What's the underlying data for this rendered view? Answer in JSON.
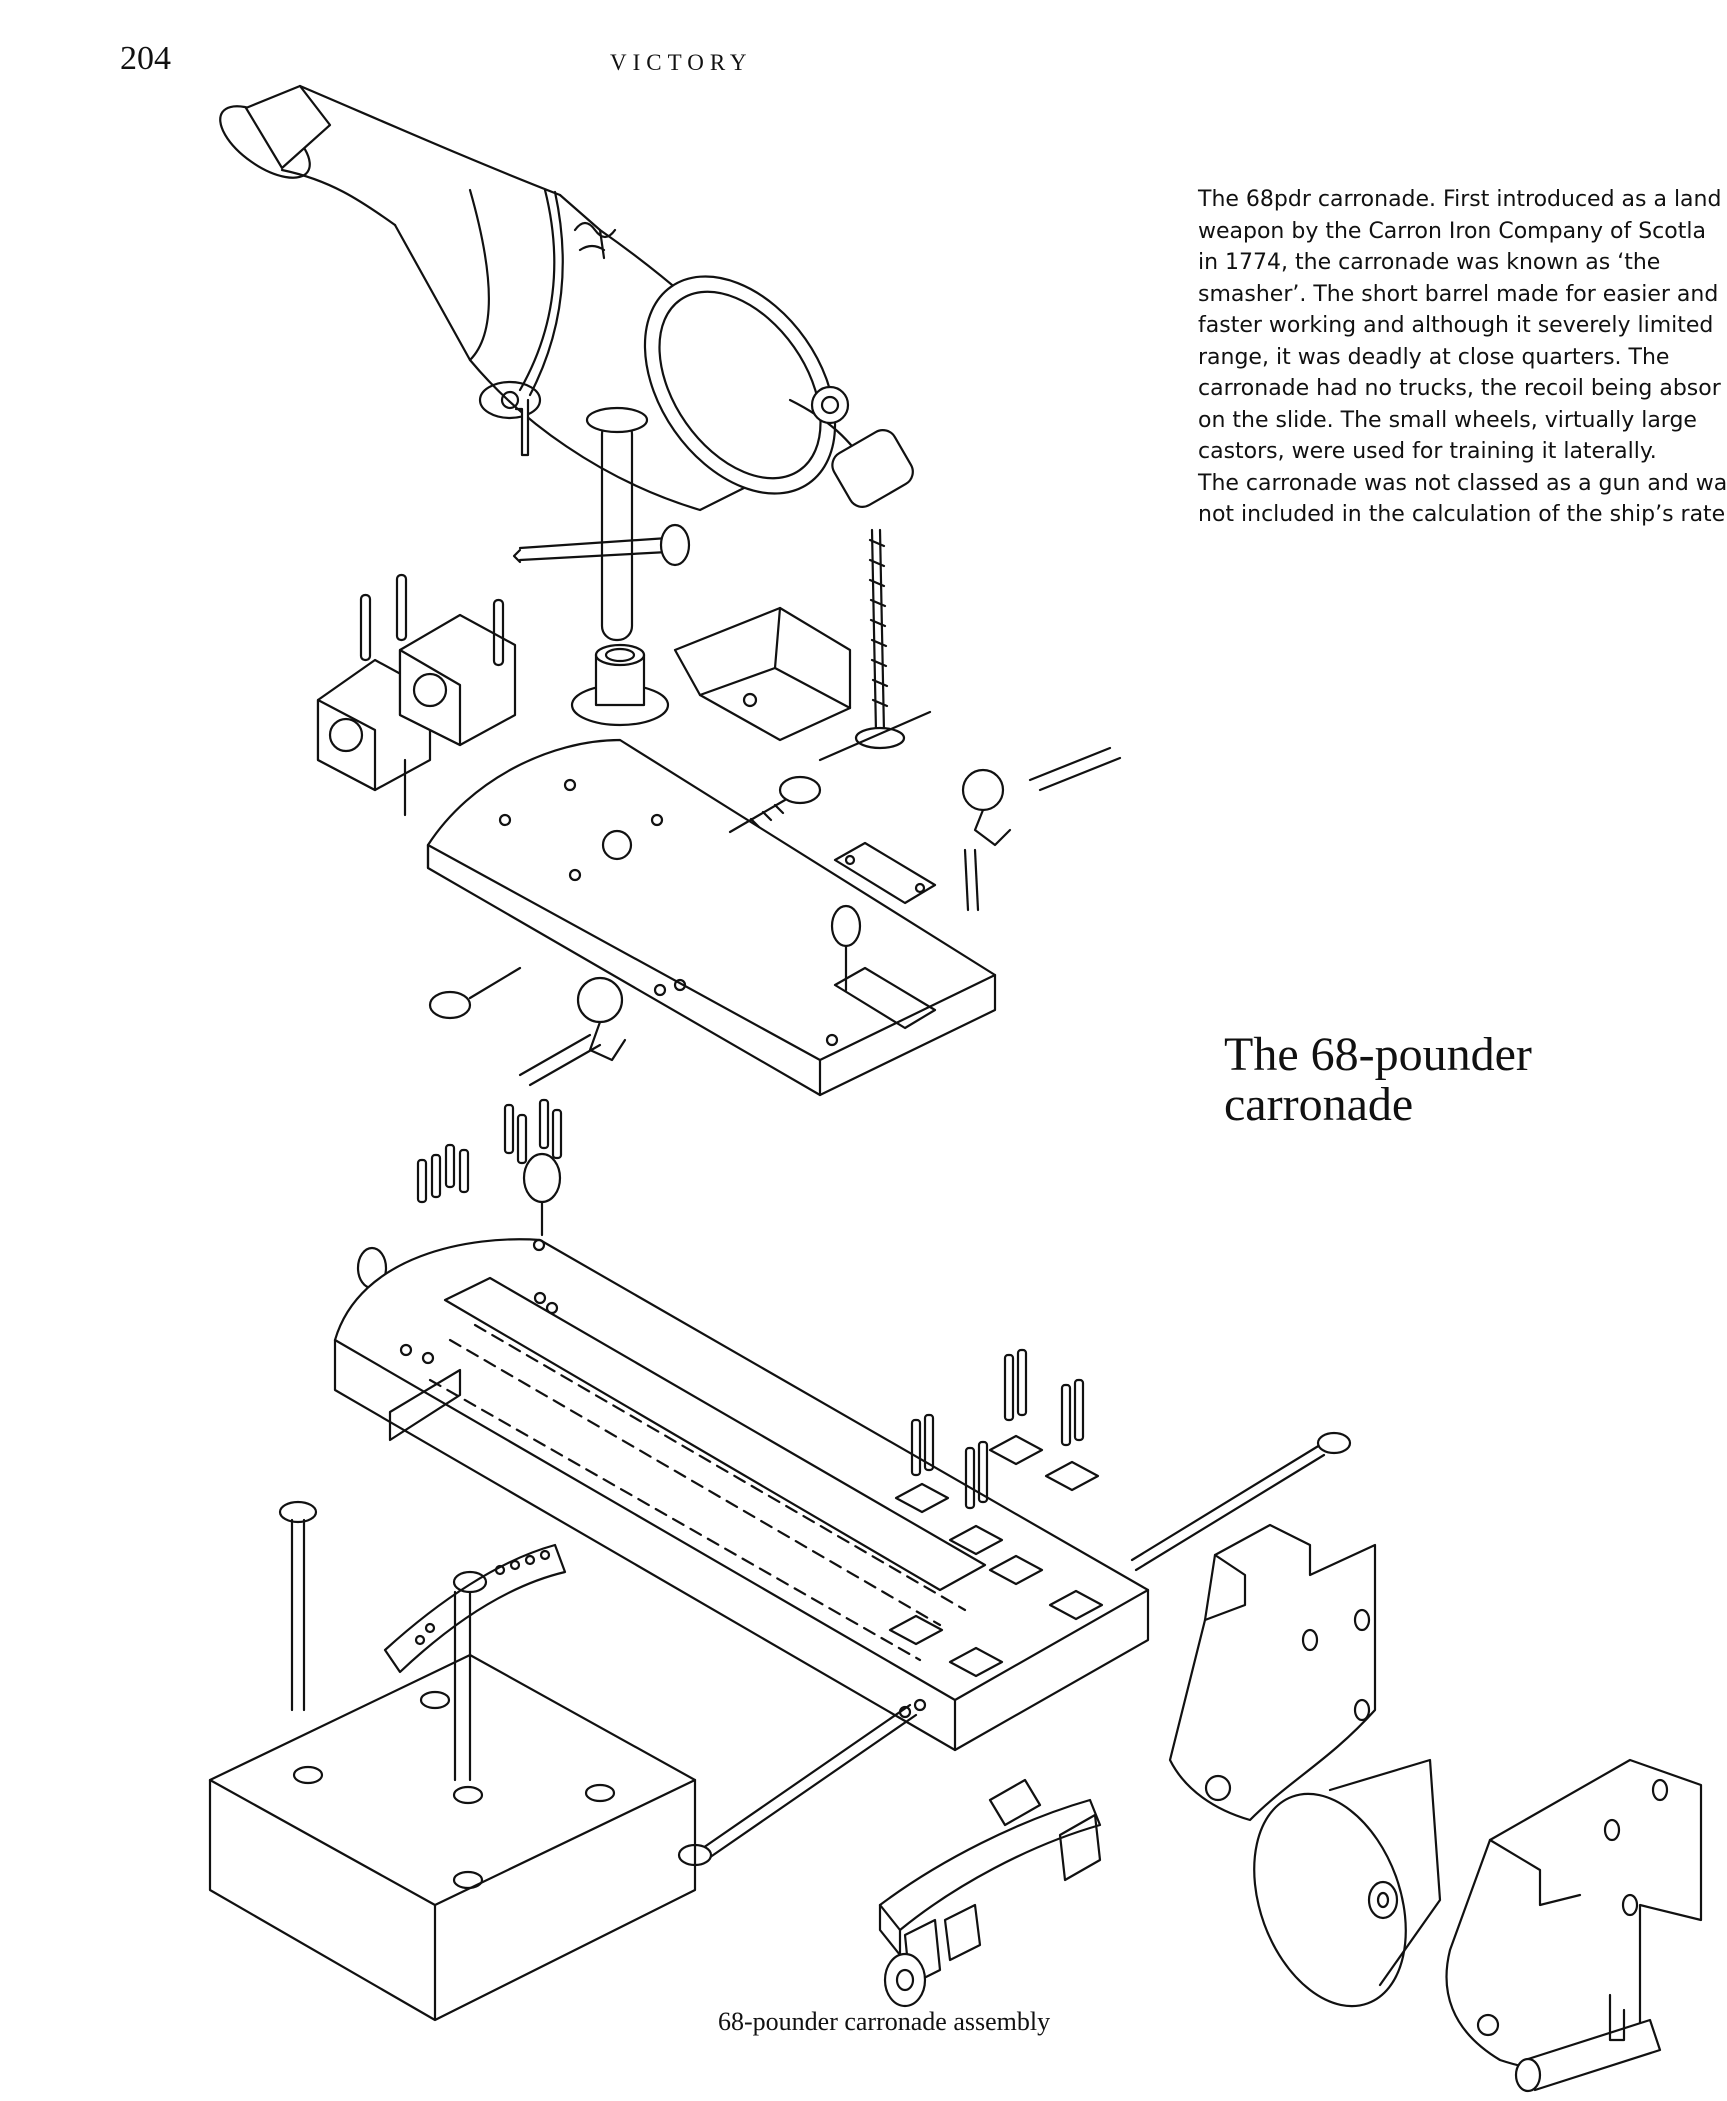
{
  "header": {
    "page_number": "204",
    "running_head": "VICTORY"
  },
  "caption": {
    "lines": [
      "The 68pdr carronade. First introduced as a land",
      "weapon by the Carron Iron Company of Scotla",
      "in 1774, the carronade was known as ‘the",
      "smasher’. The short barrel made for easier and",
      "faster working and although it severely limited",
      "range, it was deadly at close quarters. The",
      "carronade had no trucks, the recoil being absor",
      "on the slide. The small wheels, virtually large",
      "castors, were used for training it laterally.",
      "The carronade was not classed as a gun and wa",
      "not included in the calculation of the ship’s rate"
    ]
  },
  "section_title": {
    "line1": "The 68-pounder",
    "line2": "carronade"
  },
  "figure": {
    "caption": "68-pounder carronade assembly"
  }
}
